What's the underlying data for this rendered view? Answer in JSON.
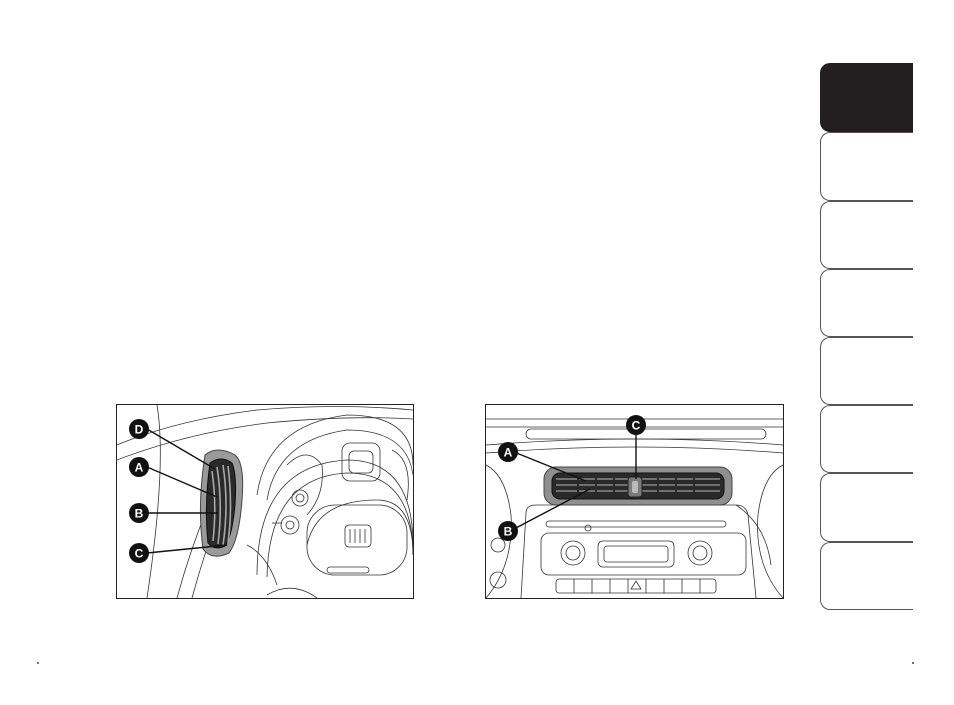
{
  "side_tabs": [
    {
      "name": "tab-1",
      "active": true
    },
    {
      "name": "tab-2",
      "active": false
    },
    {
      "name": "tab-3",
      "active": false
    },
    {
      "name": "tab-4",
      "active": false
    },
    {
      "name": "tab-5",
      "active": false
    },
    {
      "name": "tab-6",
      "active": false
    },
    {
      "name": "tab-7",
      "active": false
    },
    {
      "name": "tab-8",
      "active": false
    }
  ],
  "figure_left": {
    "callouts": {
      "d": "D",
      "a": "A",
      "b": "B",
      "c": "C"
    }
  },
  "figure_right": {
    "callouts": {
      "a": "A",
      "b": "B",
      "c": "C"
    }
  }
}
